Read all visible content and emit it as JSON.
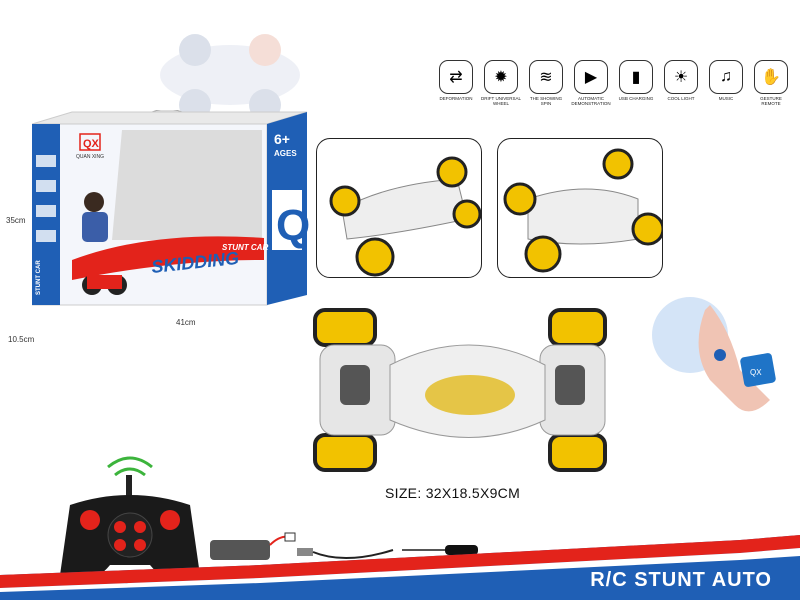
{
  "features": [
    {
      "icon": "deformation-icon",
      "label": "DEFORMATION"
    },
    {
      "icon": "drift-wheel-icon",
      "label": "DRIFT UNIVERSAL WHEEL"
    },
    {
      "icon": "sidewinding-icon",
      "label": "THE SHOWING SPIN"
    },
    {
      "icon": "play-icon",
      "label": "AUTOMATIC DEMONSTRATION"
    },
    {
      "icon": "battery-icon",
      "label": "USB CHARGING"
    },
    {
      "icon": "light-icon",
      "label": "COOL LIGHT"
    },
    {
      "icon": "music-icon",
      "label": "MUSIC"
    },
    {
      "icon": "gesture-icon",
      "label": "GESTURE REMOTE"
    }
  ],
  "box": {
    "brand": "QX",
    "brand_sub": "QUAN XING",
    "age": "6+",
    "age_unit": "AGES",
    "name": "SKIDDING",
    "subname": "STUNT CAR",
    "side_text": "STUNT CAR",
    "big_letter": "Q",
    "dim_height": "35cm",
    "dim_width": "41cm",
    "dim_depth": "10.5cm"
  },
  "size_label": "SIZE: 32X18.5X9CM",
  "watch_label": "QX",
  "product_title": "R/C STUNT AUTO",
  "colors": {
    "accent_red": "#e3231b",
    "accent_blue": "#1f5fb5",
    "car_yellow": "#f2c200"
  }
}
